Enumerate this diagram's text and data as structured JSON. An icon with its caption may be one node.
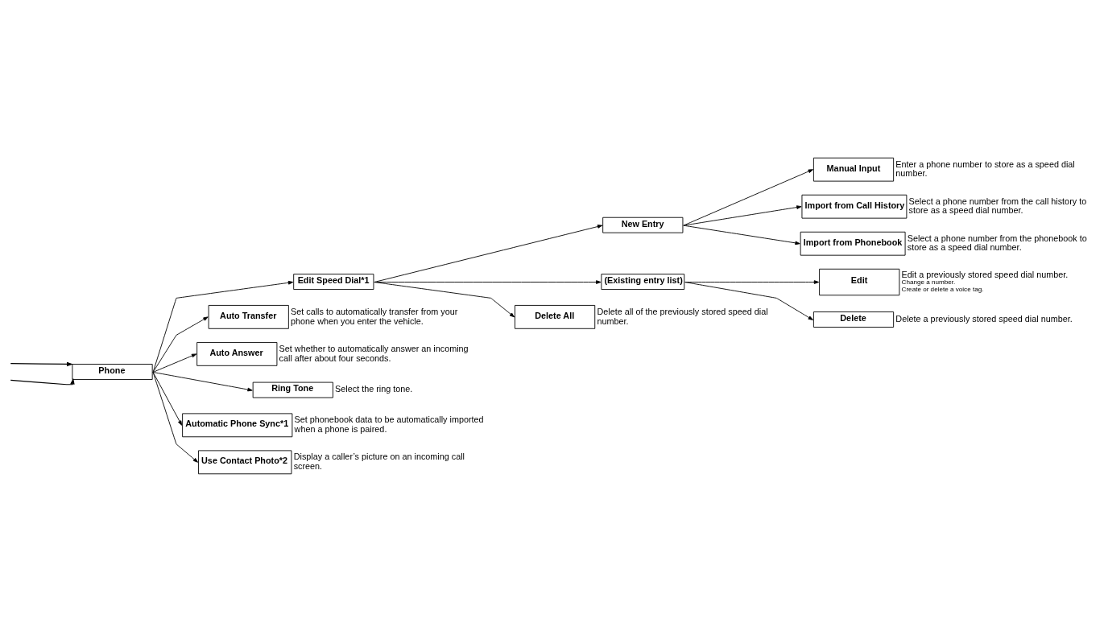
{
  "diagram": {
    "nodes": [
      {
        "text": [
          "Phone"
        ]
      },
      {
        "text": [
          "Edit Speed Dial*1"
        ]
      },
      {
        "text": [
          "New Entry"
        ]
      },
      {
        "text": [
          "Manual Input"
        ],
        "beside": [
          "Enter a phone number to store as a speed dial number."
        ]
      },
      {
        "text": [
          "Import from Call History"
        ],
        "beside": [
          "Select a phone number from the call history to store as a speed dial number."
        ]
      },
      {
        "text": [
          "Import from Phonebook"
        ],
        "beside": [
          "Select a phone number from the phonebook to store as a speed dial number."
        ]
      },
      {
        "text": [
          "(Existing entry list)"
        ]
      },
      {
        "text": [
          "Edit"
        ],
        "beside": [
          "Edit a previously stored speed dial number.",
          "Change a number.",
          "Create or delete a voice tag."
        ]
      },
      {
        "text": [
          "Delete"
        ],
        "beside": [
          "Delete a previously stored speed dial number."
        ]
      },
      {
        "text": [
          "Delete All"
        ],
        "beside": [
          "Delete all of the previously stored speed dial number."
        ]
      },
      {
        "text": [
          "Auto Transfer"
        ],
        "beside": [
          "Set calls to automatically transfer from your phone when you enter the vehicle."
        ]
      },
      {
        "text": [
          "Auto Answer"
        ],
        "beside": [
          "Set whether to automatically answer an incoming call after about four seconds."
        ]
      },
      {
        "text": [
          "Ring Tone"
        ],
        "beside": [
          "Select the ring tone."
        ]
      },
      {
        "text": [
          "Automatic Phone Sync*1"
        ],
        "beside": [
          "Set phonebook data to be automatically imported when a phone is paired."
        ]
      },
      {
        "text": [
          "Use Contact Photo*2"
        ],
        "beside": [
          "Display a caller’s picture on an incoming call screen."
        ]
      }
    ],
    "edges": [
      {
        "from": null,
        "to": 0,
        "arrow": "to"
      },
      {
        "from": null,
        "to": 0,
        "arrow": "to"
      },
      {
        "from": 0,
        "to": 1,
        "arrow": "to"
      },
      {
        "from": 1,
        "to": 2,
        "arrow": "to"
      },
      {
        "from": 2,
        "to": 3,
        "arrow": "to"
      },
      {
        "from": 2,
        "to": 4,
        "arrow": "to"
      },
      {
        "from": 2,
        "to": 5,
        "arrow": "to"
      },
      {
        "from": 1,
        "to": 6,
        "arrow": "to"
      },
      {
        "from": 6,
        "to": 7,
        "arrow": "to"
      },
      {
        "from": 6,
        "to": 8,
        "arrow": "to"
      },
      {
        "from": 1,
        "to": 9,
        "arrow": "to"
      },
      {
        "from": 0,
        "to": 10,
        "arrow": "to"
      },
      {
        "from": 0,
        "to": 11,
        "arrow": "to"
      },
      {
        "from": 0,
        "to": 12,
        "arrow": "to"
      },
      {
        "from": 0,
        "to": 13,
        "arrow": "to"
      },
      {
        "from": 0,
        "to": 14,
        "arrow": "to"
      }
    ]
  }
}
